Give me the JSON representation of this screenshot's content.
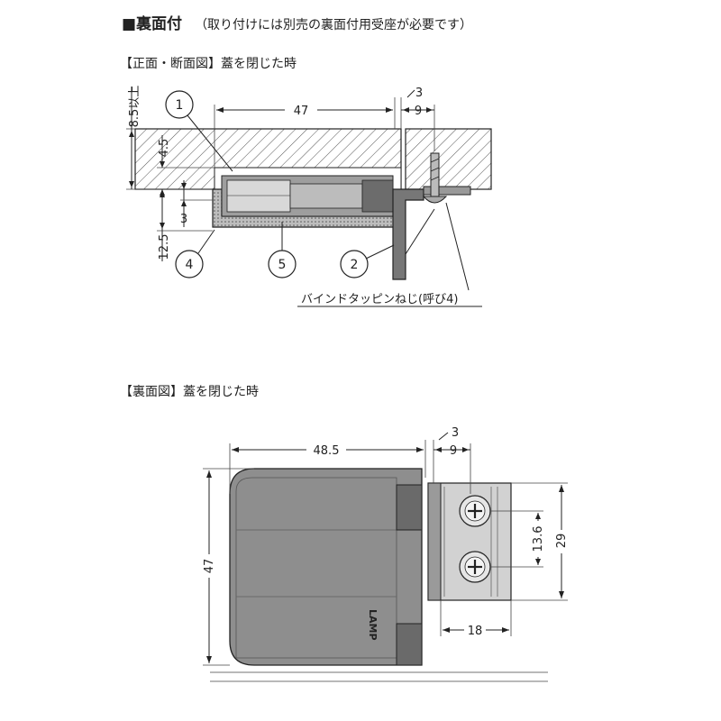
{
  "heading": {
    "title": "■裏面付",
    "note": "（取り付けには別売の裏面付用受座が必要です）"
  },
  "section_front": {
    "label": "【正面・断面図】蓋を閉じた時",
    "part_numbers": [
      "1",
      "2",
      "4",
      "5"
    ],
    "screw_label": "バインドタッピンねじ(呼び4)",
    "dimensions": {
      "min_thickness": "8.5以上",
      "width": "47",
      "gap": "3",
      "offset": "9",
      "depth": "4.5",
      "lip": "3",
      "height": "12.5"
    }
  },
  "section_back": {
    "label": "【裏面図】蓋を閉じた時",
    "brand": "LAMP",
    "dimensions": {
      "width": "48.5",
      "gap": "3",
      "offset": "9",
      "height": "47",
      "hole_pitch": "13.6",
      "plate_height": "29",
      "plate_width": "18"
    }
  },
  "colors": {
    "line": "#222222",
    "body_fill": "#8a8a8a",
    "dark_fill": "#5c5c5c",
    "hatch": "#555555"
  }
}
